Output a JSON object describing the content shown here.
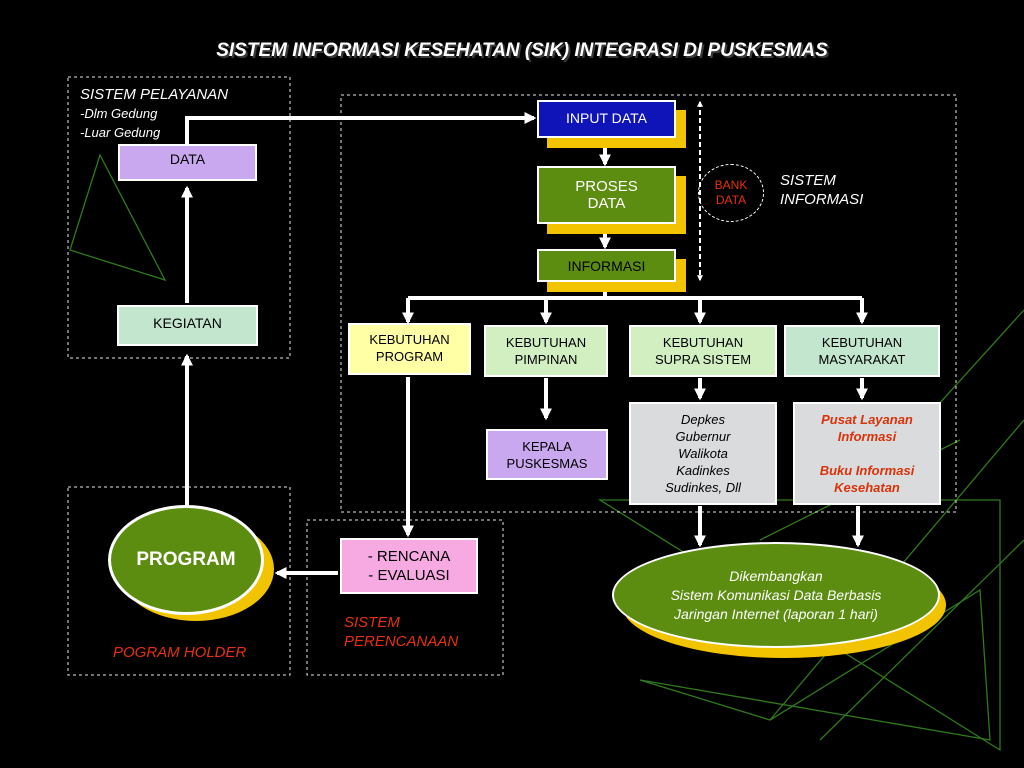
{
  "title": "SISTEM INFORMASI KESEHATAN (SIK) INTEGRASI DI PUSKESMAS",
  "sistem_pelayanan": {
    "heading": "SISTEM  PELAYANAN",
    "items": [
      "-Dlm Gedung",
      "-Luar Gedung"
    ]
  },
  "boxes": {
    "data": "DATA",
    "kegiatan": "KEGIATAN",
    "input_data": "INPUT DATA",
    "proses_data": [
      "PROSES",
      "DATA"
    ],
    "informasi": "INFORMASI",
    "bank_data": [
      "BANK",
      "DATA"
    ],
    "kebutuhan_program": [
      "KEBUTUHAN",
      "PROGRAM"
    ],
    "kebutuhan_pimpinan": [
      "KEBUTUHAN",
      "PIMPINAN"
    ],
    "kebutuhan_supra": [
      "KEBUTUHAN",
      "SUPRA SISTEM"
    ],
    "kebutuhan_masyarakat": [
      "KEBUTUHAN",
      "MASYARAKAT"
    ],
    "kepala_puskesmas": [
      "KEPALA",
      "PUSKESMAS"
    ],
    "supra_list": [
      "Depkes",
      "Gubernur",
      "Walikota",
      "Kadinkes",
      "Sudinkes, Dll"
    ],
    "masyarakat_list": [
      "Pusat  Layanan",
      "Informasi",
      "",
      "Buku Informasi",
      "Kesehatan"
    ],
    "rencana": [
      "- RENCANA",
      "- EVALUASI"
    ],
    "program": "PROGRAM",
    "dikembangkan": [
      "Dikembangkan",
      "Sistem  Komunikasi  Data  Berbasis",
      "Jaringan   Internet  (laporan  1  hari)"
    ]
  },
  "labels": {
    "sistem_informasi": [
      "SISTEM",
      "INFORMASI"
    ],
    "sistem_perencanaan": [
      "SISTEM",
      "PERENCANAAN"
    ],
    "program_holder": "POGRAM  HOLDER"
  },
  "colors": {
    "background": "#000000",
    "shadow": "#f2c400",
    "lavender": "#c9a8ef",
    "mint": "#c3e6cf",
    "blue": "#0e14b8",
    "green": "#5c8c10",
    "light_yellow": "#ffffa6",
    "light_green": "#d2efc2",
    "pale_grey": "#d9dbdc",
    "pink": "#f7aae2",
    "red_text": "#e83010"
  }
}
